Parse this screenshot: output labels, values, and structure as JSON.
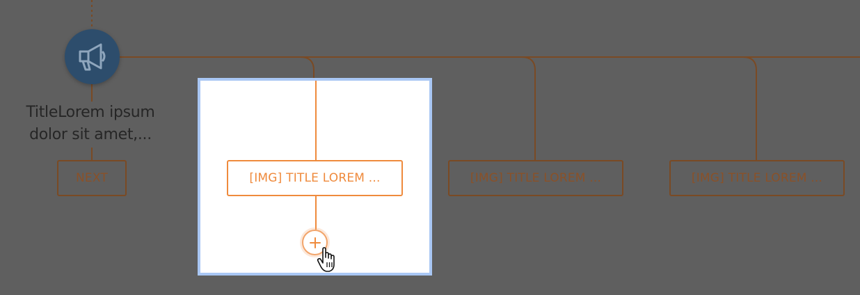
{
  "trigger": {
    "icon": "megaphone-icon",
    "title": "TitleLorem ipsum dolor sit amet,..."
  },
  "next_step": {
    "label": "NEXT"
  },
  "branches": [
    {
      "label": "[IMG] TITLE LOREM ...",
      "state": "selected"
    },
    {
      "label": "[IMG] TITLE LOREM ...",
      "state": "dimmed"
    },
    {
      "label": "[IMG] TITLE LOREM ...",
      "state": "dimmed"
    }
  ],
  "add_button": {
    "icon": "plus-icon"
  },
  "cursor": {
    "icon": "hand-pointer-icon"
  },
  "colors": {
    "overlay_bg": "#5f5f5f",
    "accent_orange": "#ef8a3c",
    "dimmed_orange": "#7a4a24",
    "trigger_blue": "#2d4d6c",
    "highlight_border": "#a9c7f4"
  }
}
